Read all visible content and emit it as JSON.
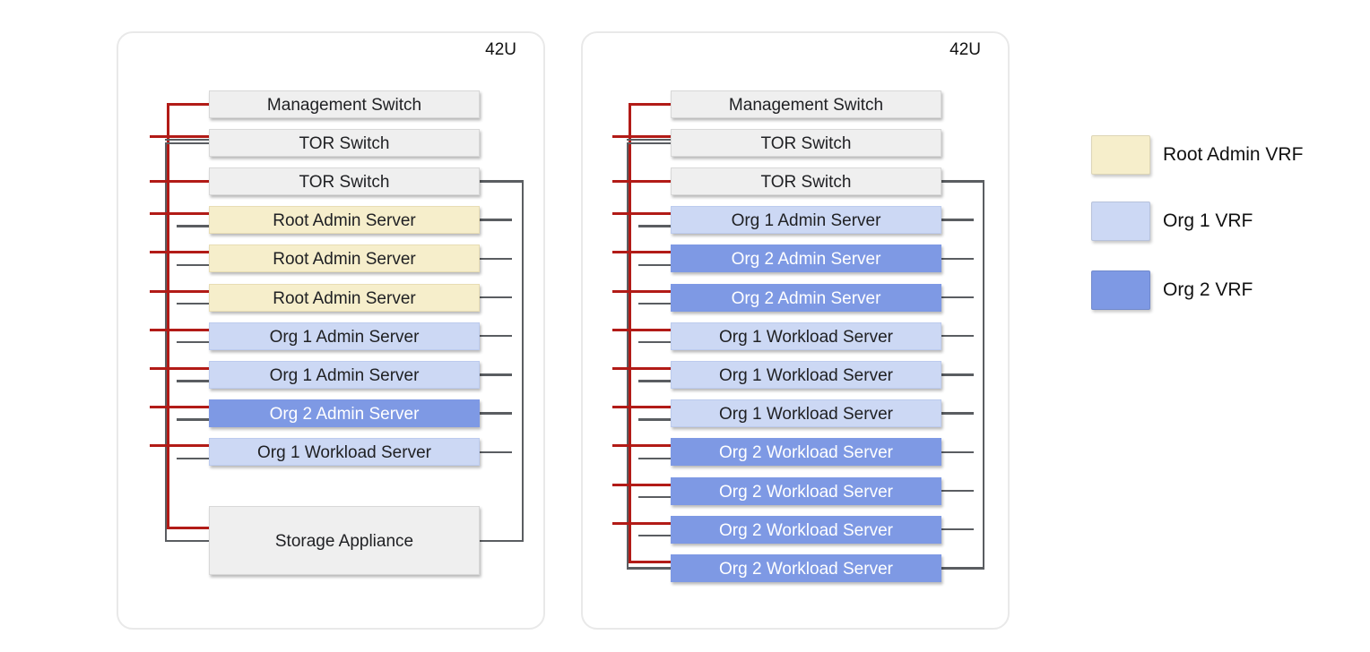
{
  "diagram": {
    "racks": [
      {
        "capacity_label": "42U",
        "units": [
          {
            "label": "Management Switch",
            "vrf": "none"
          },
          {
            "label": "TOR Switch",
            "vrf": "none"
          },
          {
            "label": "TOR Switch",
            "vrf": "none"
          },
          {
            "label": "Root Admin Server",
            "vrf": "root"
          },
          {
            "label": "Root Admin Server",
            "vrf": "root"
          },
          {
            "label": "Root Admin Server",
            "vrf": "root"
          },
          {
            "label": "Org 1 Admin Server",
            "vrf": "org1"
          },
          {
            "label": "Org 1 Admin Server",
            "vrf": "org1"
          },
          {
            "label": "Org 2 Admin Server",
            "vrf": "org2"
          },
          {
            "label": "Org 1 Workload Server",
            "vrf": "org1"
          }
        ],
        "storage_unit": {
          "label": "Storage Appliance",
          "vrf": "none"
        }
      },
      {
        "capacity_label": "42U",
        "units": [
          {
            "label": "Management Switch",
            "vrf": "none"
          },
          {
            "label": "TOR Switch",
            "vrf": "none"
          },
          {
            "label": "TOR Switch",
            "vrf": "none"
          },
          {
            "label": "Org 1 Admin Server",
            "vrf": "org1"
          },
          {
            "label": "Org 2 Admin Server",
            "vrf": "org2"
          },
          {
            "label": "Org 2 Admin Server",
            "vrf": "org2"
          },
          {
            "label": "Org 1 Workload Server",
            "vrf": "org1"
          },
          {
            "label": "Org 1 Workload Server",
            "vrf": "org1"
          },
          {
            "label": "Org 1 Workload Server",
            "vrf": "org1"
          },
          {
            "label": "Org 2 Workload Server",
            "vrf": "org2"
          },
          {
            "label": "Org 2 Workload Server",
            "vrf": "org2"
          },
          {
            "label": "Org 2 Workload Server",
            "vrf": "org2"
          },
          {
            "label": "Org 2 Workload Server",
            "vrf": "org2"
          }
        ]
      }
    ],
    "legend": {
      "items": [
        {
          "label": "Root Admin VRF",
          "color": "#f6eecb"
        },
        {
          "label": "Org 1 VRF",
          "color": "#ccd8f4"
        },
        {
          "label": "Org 2 VRF",
          "color": "#7e99e4"
        }
      ]
    },
    "colors": {
      "management_network_line": "#b21b17",
      "data_network_line": "#5a5d61",
      "switch_fill": "#efefef",
      "root_admin_vrf_fill": "#f6eecb",
      "org1_vrf_fill": "#ccd8f4",
      "org2_vrf_fill": "#7e99e4",
      "unit_text": "#202124",
      "org2_unit_text": "#ffffff"
    }
  }
}
